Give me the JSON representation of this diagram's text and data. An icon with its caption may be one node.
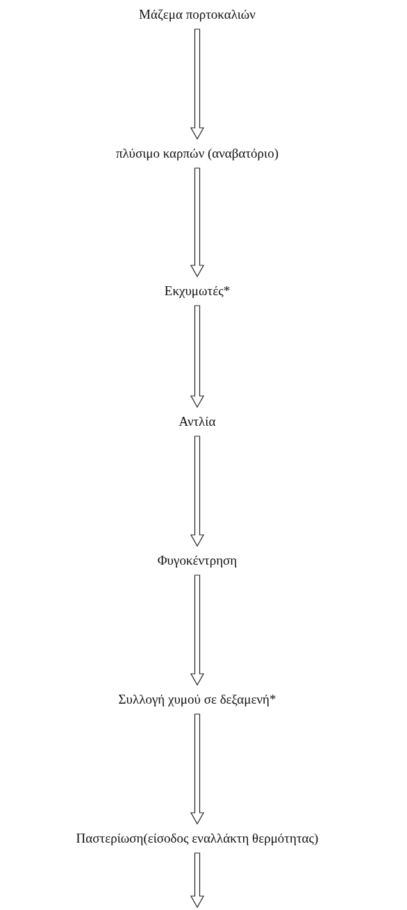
{
  "diagram": {
    "nodes": [
      {
        "text": [
          "Μάζεμα πορτοκαλιών"
        ]
      },
      {
        "text": [
          "πλύσιμο καρπών (αναβατόριο)"
        ]
      },
      {
        "text": [
          "Εκχυμωτές*"
        ]
      },
      {
        "text": [
          "Αντλία"
        ]
      },
      {
        "text": [
          "Φυγοκέντρηση"
        ]
      },
      {
        "text": [
          "Συλλογή χυμού σε δεξαμενή*"
        ]
      },
      {
        "text": [
          "Παστερίωση(είσοδος εναλλάκτη θερμότητας)"
        ]
      }
    ],
    "edges": [
      {
        "from": 0,
        "to": 1,
        "arrow": "to"
      },
      {
        "from": 1,
        "to": 2,
        "arrow": "to"
      },
      {
        "from": 2,
        "to": 3,
        "arrow": "to"
      },
      {
        "from": 3,
        "to": 4,
        "arrow": "to"
      },
      {
        "from": 4,
        "to": 5,
        "arrow": "to"
      },
      {
        "from": 5,
        "to": 6,
        "arrow": "to"
      },
      {
        "from": 6,
        "to": null,
        "arrow": "to"
      }
    ]
  }
}
